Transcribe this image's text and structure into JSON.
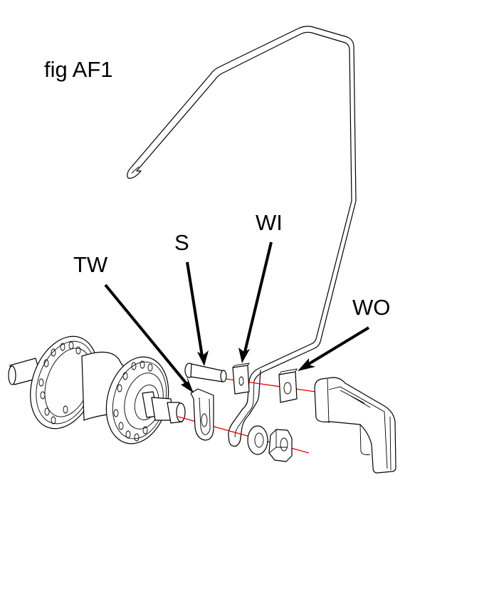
{
  "figure": {
    "title": "fig AF1",
    "type": "exploded assembly drawing",
    "axis_color": "#e8000b",
    "line_color": "#000000",
    "background": "#ffffff"
  },
  "labels": [
    {
      "id": "TW",
      "text": "TW",
      "target": "tab-washer"
    },
    {
      "id": "S",
      "text": "S",
      "target": "spacer"
    },
    {
      "id": "WI",
      "text": "WI",
      "target": "washer-inner"
    },
    {
      "id": "WO",
      "text": "WO",
      "target": "washer-outer"
    }
  ],
  "parts": [
    "hub",
    "tab-washer",
    "spacer",
    "washer-inner",
    "stay-wire",
    "washer-outer",
    "axle-washer",
    "axle-nut",
    "dropout-clamp"
  ]
}
